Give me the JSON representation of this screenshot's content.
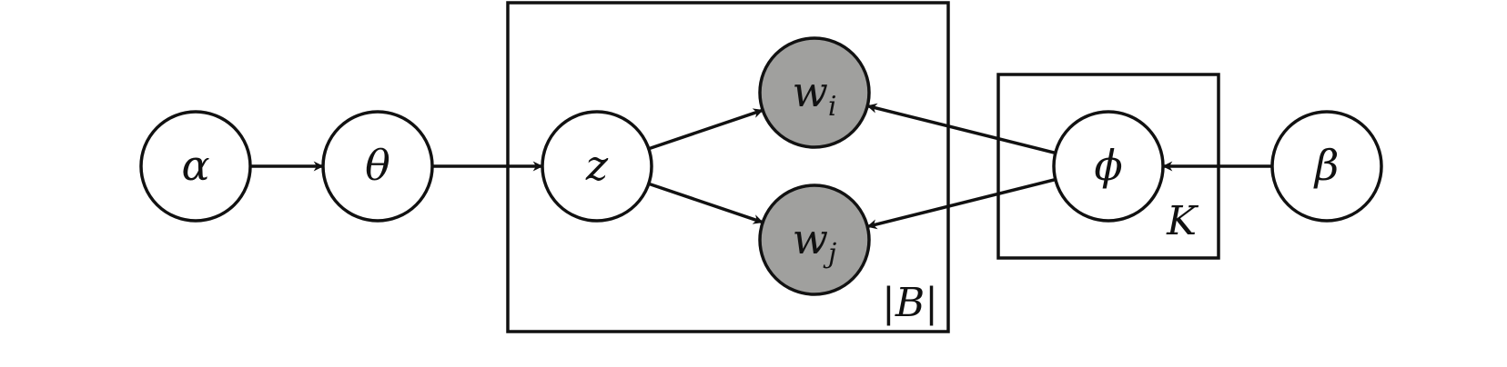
{
  "colors": {
    "stroke": "#111111",
    "latent_fill": "#ffffff",
    "observed_fill": "#a0a09e",
    "background": "#ffffff"
  },
  "nodes": [
    {
      "id": "alpha",
      "label": "α",
      "sub": "",
      "observed": false
    },
    {
      "id": "theta",
      "label": "θ",
      "sub": "",
      "observed": false
    },
    {
      "id": "z",
      "label": "z",
      "sub": "",
      "observed": false
    },
    {
      "id": "wi",
      "label": "w",
      "sub": "i",
      "observed": true
    },
    {
      "id": "wj",
      "label": "w",
      "sub": "j",
      "observed": true
    },
    {
      "id": "phi",
      "label": "ϕ",
      "sub": "",
      "observed": false
    },
    {
      "id": "beta",
      "label": "β",
      "sub": "",
      "observed": false
    }
  ],
  "plates": [
    {
      "id": "B",
      "label": "|B|"
    },
    {
      "id": "K",
      "label": "K"
    }
  ],
  "edges": [
    {
      "from": "alpha",
      "to": "theta"
    },
    {
      "from": "theta",
      "to": "z"
    },
    {
      "from": "z",
      "to": "wi"
    },
    {
      "from": "z",
      "to": "wj"
    },
    {
      "from": "phi",
      "to": "wi"
    },
    {
      "from": "phi",
      "to": "wj"
    },
    {
      "from": "beta",
      "to": "phi"
    }
  ]
}
